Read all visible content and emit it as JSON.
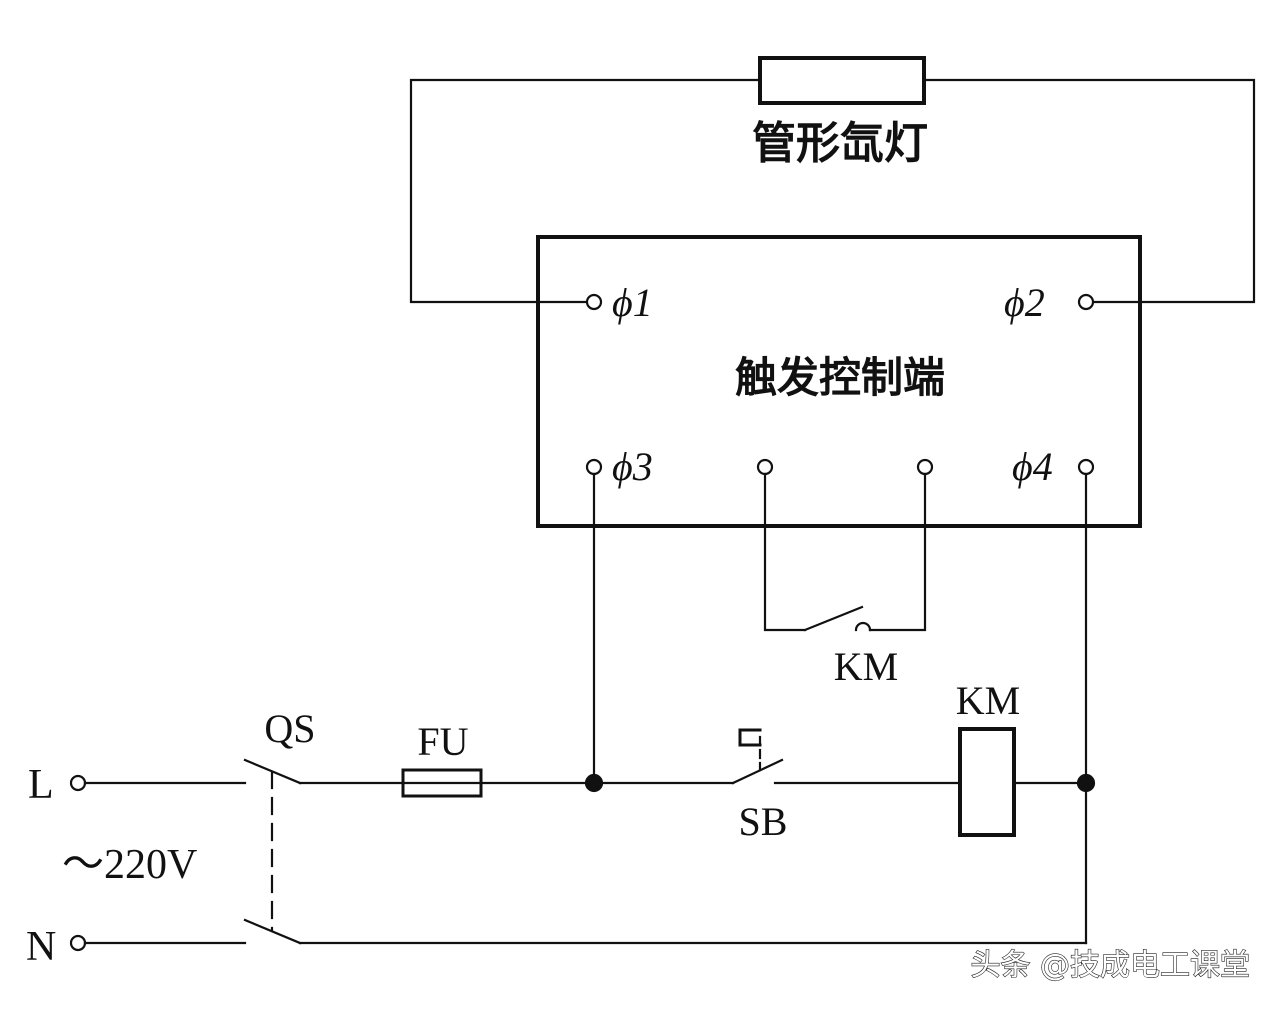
{
  "lamp_label": "管形氙灯",
  "controller_label": "触发控制端",
  "terminals": {
    "t1": "ϕ1",
    "t2": "ϕ2",
    "t3": "ϕ3",
    "t4": "ϕ4"
  },
  "components": {
    "qs": "QS",
    "fu": "FU",
    "sb": "SB",
    "km_contact": "KM",
    "km_coil": "KM"
  },
  "supply": {
    "line": "L",
    "neutral": "N",
    "voltage": "～220V"
  },
  "watermark": "头条 @技成电工课堂",
  "colors": {
    "line": "#111111",
    "background": "#ffffff"
  }
}
